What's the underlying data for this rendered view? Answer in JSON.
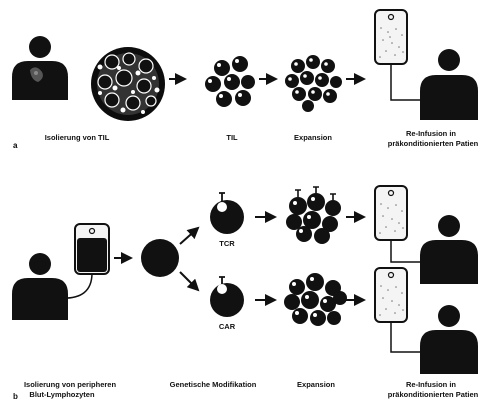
{
  "panel_a": {
    "letter": "a",
    "labels": {
      "isolation": "Isolierung von TIL",
      "til": "TIL",
      "expansion": "Expansion",
      "reinfusion_1": "Re-Infusion in",
      "reinfusion_2": "präkonditionierten Patien"
    }
  },
  "panel_b": {
    "letter": "b",
    "labels": {
      "isolation_1": "Isolierung von peripheren",
      "isolation_2": "Blut-Lymphozyten",
      "tcr": "TCR",
      "car": "CAR",
      "genetic": "Genetische Modifikation",
      "expansion": "Expansion",
      "reinfusion_1": "Re-Infusion in",
      "reinfusion_2": "präkonditionierten Patien"
    }
  },
  "colors": {
    "ink": "#111111",
    "bag_fill": "#f4f4f4",
    "highlight": "#ffffff"
  },
  "icons": [
    "patient-icon",
    "tumor-icon",
    "cell-cluster-icon",
    "infusion-bag-icon",
    "arrow-icon",
    "lymphocyte-icon",
    "tcr-receptor-icon",
    "car-receptor-icon"
  ]
}
